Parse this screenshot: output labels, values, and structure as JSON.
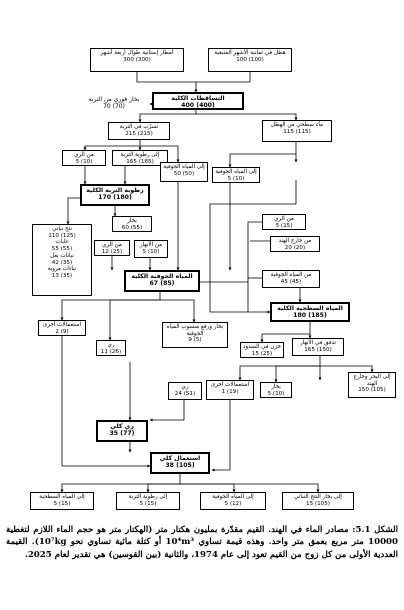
{
  "nodes": {
    "monsoon": {
      "label": "أمطار إسنانية طوال أربعة أشهر",
      "value": "300 (300)"
    },
    "other_rain": {
      "label": "هطل في ثمانية الأشهر المتبقية",
      "value": "100 (100)"
    },
    "total_precip": {
      "label": "التساقطات الكلية",
      "value": "400 (400)"
    },
    "evap_immediate": {
      "label": "بخار فوري من التربة",
      "value": "70 (70)"
    },
    "infiltration": {
      "label": "تسرّب في التربة",
      "value": "215 (215)"
    },
    "surface_runoff": {
      "label": "ماء سطحي من الهطل",
      "value": "115 (115)"
    },
    "from_irrigation": {
      "label": "من الري",
      "value": "5 (10)"
    },
    "to_soil_moist": {
      "label": "إلى رطوبة التربة",
      "value": "165 (165)"
    },
    "to_groundwater_a": {
      "label": "إلى المياه الجوفية",
      "value": "50 (50)"
    },
    "to_groundwater_b": {
      "label": "إلى المياه الجوفية",
      "value": "5 (10)"
    },
    "total_soil_moist": {
      "label": "رطوبة التربة الكلية",
      "value": "170 (180)"
    },
    "evaporation": {
      "label": "بخار",
      "value": "60 (55)"
    },
    "from_irrig_b": {
      "label": "من الري",
      "value": "5 (15)"
    },
    "from_outside": {
      "label": "من خارج الهند",
      "value": "20 (20)"
    },
    "from_groundwater": {
      "label": "من المياه الجوفية",
      "value": "45 (45)"
    },
    "from_irrig_c": {
      "label": "من الري",
      "value": "12 (25)"
    },
    "from_rivers": {
      "label": "من الأنهار",
      "value": "5 (10)"
    },
    "total_groundwater": {
      "label": "المياه الجوفية الكلية",
      "value": "67 (85)"
    },
    "total_surface": {
      "label": "المياه السطحية الكلية",
      "value": "180 (185)"
    },
    "other_uses_a": {
      "label": "استعمالات أخرى",
      "value": "2 (9)"
    },
    "irrigation_gw": {
      "label": "ري",
      "value": "11 (26)"
    },
    "evap_gw": {
      "label": "بخار ورفع منسوب المياه الجوفية",
      "value": "9 (5)"
    },
    "reservoirs": {
      "label": "خزن في السدود",
      "value": "15 (25)"
    },
    "river_flow": {
      "label": "تدفق في الأنهار",
      "value": "165 (150)"
    },
    "irrigation_sw": {
      "label": "ري",
      "value": "24 (51)"
    },
    "other_uses_b": {
      "label": "استعمالات أخرى",
      "value": "1 (19)"
    },
    "evap_sw": {
      "label": "بخار",
      "value": "5 (10)"
    },
    "to_sea": {
      "label": "إلى البحر وخارج الهند",
      "value": "150 (105)"
    },
    "total_irrigation": {
      "label": "ري كلي",
      "value": "35 (77)"
    },
    "total_use": {
      "label": "استعمال كلي",
      "value": "38 (105)"
    },
    "out_surface": {
      "label": "إلى المياه السطحية",
      "value": "5 (15)"
    },
    "out_soil": {
      "label": "إلى رطوبة التربة",
      "value": "5 (15)"
    },
    "out_gw": {
      "label": "إلى المياه الجوفية",
      "value": "5 (12)"
    },
    "out_transp": {
      "label": "إلى بخار النتح النباتي",
      "value": "15 (105)"
    }
  },
  "side_note": {
    "lines": [
      "نتح نباتي",
      "110 (125)",
      "غابات",
      "55 (55)",
      "نباتات بعل",
      "42 (35)",
      "نباتات مروية",
      "13 (35)"
    ]
  },
  "caption": {
    "number": "الشكل 5.1:",
    "text": "مصادر الماء في الهند. القيم مقدّرة بمليون هكتار متر (الهكتار متر هو حجم الماء اللازم لتغطية 10000 متر مربع بعمق متر واحد. وهذه قيمة تساوي 10⁴m³ أو كتلة مائية تساوي نحو 10⁷kg). القيمة العددية الأولى من كل زوج من القيم تعود إلى عام 1974، والثانية (بين القوسين) هي تقدير لعام 2025."
  },
  "colors": {
    "line": "#000000",
    "box": "#ffffff"
  }
}
